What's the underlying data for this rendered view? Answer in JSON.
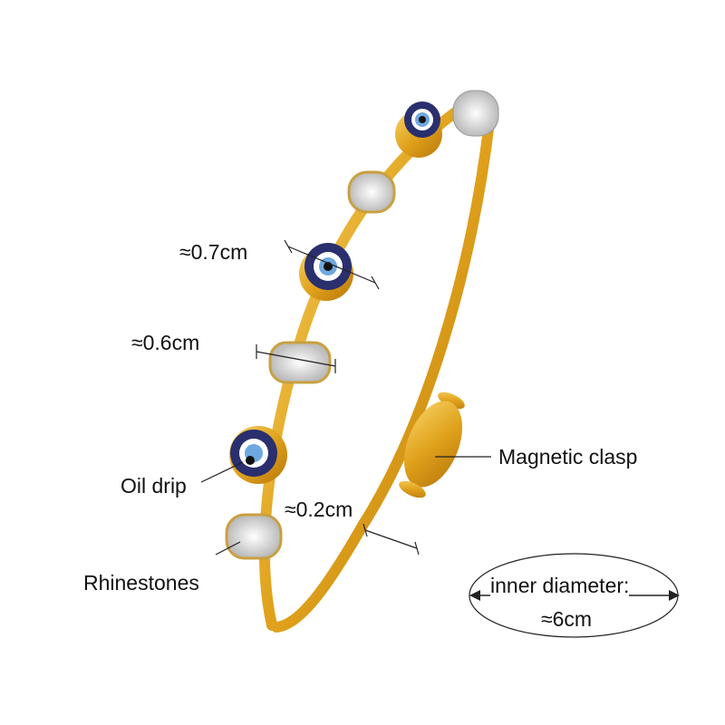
{
  "annotations": {
    "eye_size": "≈0.7cm",
    "rhinestone_size": "≈0.6cm",
    "oil_drip": "Oil drip",
    "wire_size": "≈0.2cm",
    "rhinestones": "Rhinestones",
    "clasp": "Magnetic clasp",
    "diameter_label": "inner diameter:",
    "diameter_value": "≈6cm"
  },
  "colors": {
    "gold": "#e0a21c",
    "gold_dark": "#b8770a",
    "eye_blue": "#2a2f6e",
    "eye_light": "#6fa8e0"
  }
}
